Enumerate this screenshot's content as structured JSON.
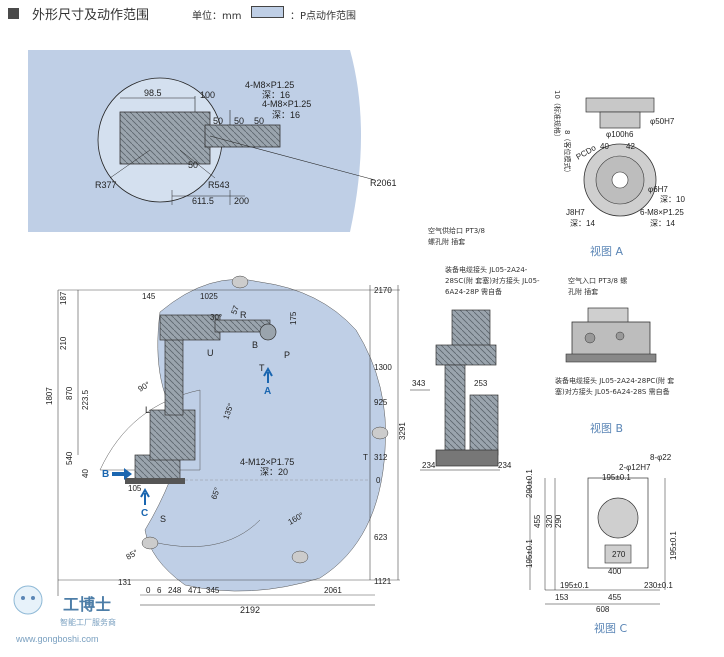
{
  "header": {
    "title": "外形尺寸及动作范围",
    "unit": "单位：mm",
    "legend": "：P点动作范围"
  },
  "top_view": {
    "labels": [
      "4-M8×P1.25",
      "深：16",
      "4-M8×P1.25",
      "深：16",
      "98.5",
      "100",
      "50",
      "50",
      "50",
      "50",
      "R377",
      "R543",
      "611.5",
      "200",
      "R2061"
    ]
  },
  "side_view": {
    "left": [
      "187",
      "210",
      "870",
      "223.5",
      "540",
      "40",
      "1807",
      "145",
      "1025",
      "57",
      "175",
      "30°",
      "90°",
      "135°",
      "65°",
      "160°",
      "85°",
      "L",
      "U",
      "B",
      "P",
      "T",
      "R",
      "S"
    ],
    "right": [
      "2170",
      "1300",
      "925",
      "312",
      "0",
      "623",
      "1121",
      "3291"
    ],
    "bottom": [
      "105",
      "131",
      "0",
      "6",
      "248",
      "471",
      "345",
      "2061",
      "2192"
    ],
    "mount": [
      "4-M12×P1.75",
      "深：20"
    ],
    "arrows": [
      "A",
      "B",
      "C"
    ]
  },
  "view_a": {
    "labels": [
      "10（标准规格）",
      "8（客位模式）",
      "φ50H7",
      "φ100h6",
      "40",
      "42",
      "φ6H7",
      "深：10",
      "6-M8×P1.25",
      "深：14",
      "J8H7",
      "深：14",
      "PCDo"
    ],
    "caption": "视图 A"
  },
  "middle": {
    "air_supply": [
      "空气供给口 PT3/8",
      "螺孔附 插套"
    ],
    "connector": [
      "装备电缆接头 JL05-2A24-",
      "28SC(附 套塞)对方接头 JL05-",
      "6A24-28P 需自备"
    ],
    "dims": [
      "343",
      "253",
      "234",
      "234"
    ]
  },
  "view_b": {
    "air_in": [
      "空气入口 PT3/8  螺",
      "孔附 插套"
    ],
    "connector": [
      "装备电缆接头 JL05-2A24-28PC(附 套",
      "塞)对方接头 JL05-6A24-28S 需自备"
    ],
    "caption": "视图 B"
  },
  "view_c": {
    "labels": [
      "290±0.1",
      "195±0.1",
      "2-φ12H7",
      "8-φ22",
      "455",
      "320",
      "290",
      "195±0.1",
      "195±0.1",
      "270",
      "400",
      "195±0.1",
      "230±0.1",
      "153",
      "455",
      "608"
    ],
    "caption": "视图 C"
  },
  "watermark": {
    "brand": "工博士",
    "tagline": "智能工厂服务商",
    "url": "www.gongboshi.com"
  },
  "colors": {
    "range": "#bfcfe6",
    "accent": "#1a66b0",
    "caption": "#5b86b6"
  }
}
